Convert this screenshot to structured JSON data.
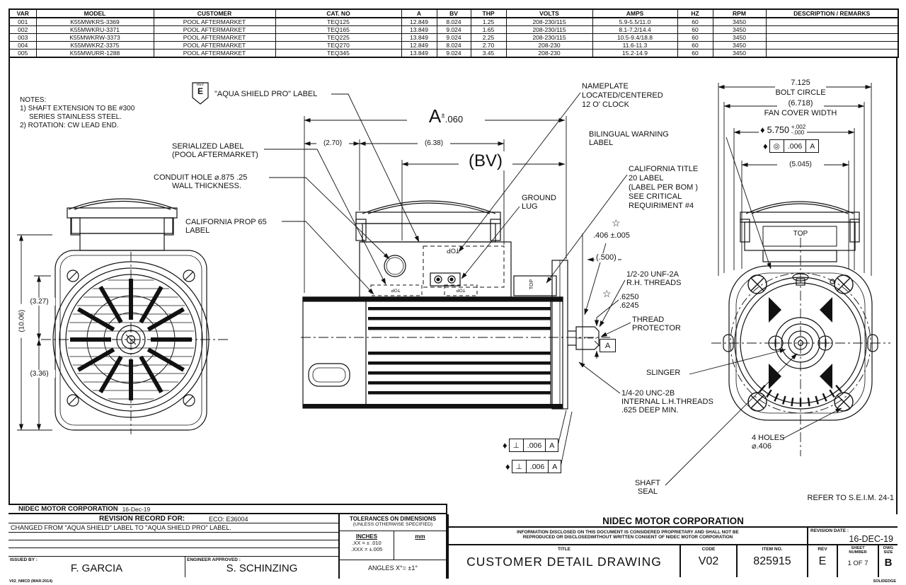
{
  "table": {
    "headers": [
      "VAR",
      "MODEL",
      "CUSTOMER",
      "CAT. NO",
      "A",
      "BV",
      "THP",
      "VOLTS",
      "AMPS",
      "HZ",
      "RPM",
      "DESCRIPTION / REMARKS"
    ],
    "rows": [
      [
        "001",
        "K55MWKRS-3369",
        "POOL AFTERMARKET",
        "TEQ125",
        "12.849",
        "8.024",
        "1.25",
        "208-230/115",
        "5.9-5.5/11.0",
        "60",
        "3450",
        ""
      ],
      [
        "002",
        "K55MWKRU-3371",
        "POOL AFTERMARKET",
        "TEQ165",
        "13.849",
        "9.024",
        "1.65",
        "208-230/115",
        "8.1-7.2/14.4",
        "60",
        "3450",
        ""
      ],
      [
        "003",
        "K55MWKRW-3373",
        "POOL AFTERMARKET",
        "TEQ225",
        "13.849",
        "9.024",
        "2.25",
        "208-230/115",
        "10.5-9.4/18.8",
        "60",
        "3450",
        ""
      ],
      [
        "004",
        "K55MWKRZ-3375",
        "POOL AFTERMARKET",
        "TEQ270",
        "12.849",
        "8.024",
        "2.70",
        "208-230",
        "11.6-11.3",
        "60",
        "3450",
        ""
      ],
      [
        "005",
        "K55MWURR-1288",
        "POOL AFTERMARKET",
        "TEQ345",
        "13.849",
        "9.024",
        "3.45",
        "208-230",
        "15.2-14.9",
        "60",
        "3450",
        ""
      ]
    ]
  },
  "notes": {
    "title": "NOTES:",
    "line1": "1) SHAFT EXTENSION TO BE #300",
    "line2": "SERIES STAINLESS STEEL.",
    "line3": "2) ROTATION: CW LEAD END."
  },
  "rev_flag": {
    "small": "REV",
    "big": "E"
  },
  "callouts": {
    "aqua_shield": "\"AQUA SHIELD PRO\" LABEL",
    "serialized1": "SERIALIZED LABEL",
    "serialized2": "(POOL AFTERMARKET)",
    "conduit1": "CONDUIT HOLE ⌀.875 .25",
    "conduit2": "WALL THICKNESS.",
    "prop65_1": "CALIFORNIA PROP 65",
    "prop65_2": "LABEL",
    "nameplate1": "NAMEPLATE",
    "nameplate2": "LOCATED/CENTERED",
    "nameplate3": "12 O' CLOCK",
    "bilingual1": "BILINGUAL WARNING",
    "bilingual2": "LABEL",
    "title20_1": "CALIFORNIA TITLE",
    "title20_2": "20 LABEL",
    "title20_3": "(LABEL PER BOM )",
    "title20_4": "SEE CRITICAL",
    "title20_5": "REQUIRIMENT #4",
    "ground1": "GROUND",
    "ground2": "LUG",
    "threads_rh1": "1/2-20 UNF-2A",
    "threads_rh2": "R.H. THREADS",
    "thread_prot1": "THREAD",
    "thread_prot2": "PROTECTOR",
    "slinger": "SLINGER",
    "threads_lh1": "1/4-20 UNC-2B",
    "threads_lh2": "INTERNAL L.H.THREADS",
    "threads_lh3": ".625 DEEP MIN.",
    "shaft_seal1": "SHAFT",
    "shaft_seal2": "SEAL",
    "holes1": "4 HOLES",
    "holes2": "⌀.406",
    "refer": "REFER TO S.E.I.M. 24-1",
    "top_rear": "TOP",
    "top_small": "TOP",
    "datum": "A"
  },
  "dims": {
    "a_letter": "A",
    "a_pm": "±",
    "a_tol": ".060",
    "d270": "(2.70)",
    "d638": "(6.38)",
    "bv": "(BV)",
    "d1006": "(10.06)",
    "d327": "(3.27)",
    "d336": "(3.36)",
    "d406": ".406 ±.005",
    "d500": "(.500)",
    "d6250": ".6250",
    "d6245": ".6245",
    "bolt1": "7.125",
    "bolt2": "BOLT CIRCLE",
    "fan1": "(6.718)",
    "fan2": "FAN COVER WIDTH",
    "d5750": "5.750",
    "d5750p": "+.002",
    "d5750m": "-.000",
    "d5045": "(5.045)",
    "star": "☆",
    "diamond": "♦",
    "fcf_perp": "⊥",
    "fcf_conc": "◎",
    "fcf_tol": ".006",
    "fcf_datum": "A"
  },
  "footer_left": {
    "company": "NIDEC MOTOR CORPORATION",
    "date": "16-Dec-19",
    "form": "V02_NMCD (MAR-2014)"
  },
  "revision_record": {
    "title": "REVISION RECORD FOR:",
    "eco": "ECO: E36004",
    "change": "CHANGED FROM \"AQUA SHIELD\" LABEL TO \"AQUA SHIELD PRO\" LABEL.",
    "issued_label": "ISSUED BY :",
    "issued_by": "F. GARCIA",
    "approved_label": "ENGINEER APPROVED :",
    "approved_by": "S. SCHINZING"
  },
  "tolerances": {
    "title": "TOLERANCES ON DIMENSIONS",
    "subtitle": "(UNLESS OTHERWISE SPECIFIED)",
    "inches": "INCHES",
    "xx": ".XX = ± .010",
    "xxx": ".XXX = ±.005",
    "mm": "mm",
    "angles": "ANGLES  X°= ±1°"
  },
  "titleblock": {
    "company": "NIDEC MOTOR CORPORATION",
    "prop1": "INFORMATION DISCLOSED ON THIS DOCUMENT IS CONSIDERED PROPRIETARY AND SHALL NOT BE",
    "prop2": "REPRODUCED OR DISCLOSEDWITHOUT WRITTEN CONSENT OF NIDEC MOTOR CORPORATION",
    "rev_date_label": "REVISION DATE :",
    "rev_date": "16-DEC-19",
    "title_label": "TITLE",
    "title": "CUSTOMER  DETAIL  DRAWING",
    "code_label": "CODE",
    "code": "V02",
    "item_label": "ITEM NO.",
    "item": "825915",
    "rev_label": "REV",
    "rev": "E",
    "sheet_label1": "SHEET",
    "sheet_label2": "NUMBER",
    "sheet": "1  OF  7",
    "size_label1": "DWG",
    "size_label2": "SIZE",
    "size": "B",
    "cad": "SOLIDEDGE"
  }
}
